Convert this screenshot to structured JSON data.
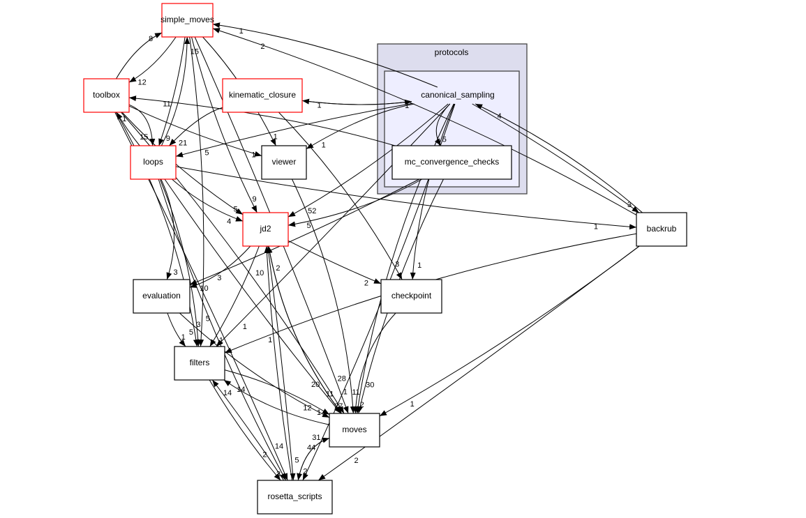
{
  "colors": {
    "red_border": "#ff0000",
    "cluster_outer": "#ddddee",
    "cluster_inner": "#eeeeff",
    "border": "#000000"
  },
  "clusters": {
    "protocols": "protocols",
    "canonical_sampling": "canonical_sampling"
  },
  "nodes": {
    "simple_moves": {
      "label": "simple_moves",
      "style": "red"
    },
    "toolbox": {
      "label": "toolbox",
      "style": "red"
    },
    "kinematic_closure": {
      "label": "kinematic_closure",
      "style": "red"
    },
    "loops": {
      "label": "loops",
      "style": "red"
    },
    "viewer": {
      "label": "viewer",
      "style": "black"
    },
    "mc_convergence_checks": {
      "label": "mc_convergence_checks",
      "style": "black"
    },
    "jd2": {
      "label": "jd2",
      "style": "red"
    },
    "backrub": {
      "label": "backrub",
      "style": "black"
    },
    "evaluation": {
      "label": "evaluation",
      "style": "black"
    },
    "checkpoint": {
      "label": "checkpoint",
      "style": "black"
    },
    "filters": {
      "label": "filters",
      "style": "black"
    },
    "moves": {
      "label": "moves",
      "style": "black"
    },
    "rosetta_scripts": {
      "label": "rosetta_scripts",
      "style": "black"
    }
  },
  "edges": [
    {
      "from": "simple_moves",
      "to": "toolbox",
      "label": "12"
    },
    {
      "from": "toolbox",
      "to": "simple_moves",
      "label": "8"
    },
    {
      "from": "simple_moves",
      "to": "loops",
      "label": "9"
    },
    {
      "from": "loops",
      "to": "simple_moves",
      "label": "15"
    },
    {
      "from": "simple_moves",
      "to": "jd2",
      "label": "9"
    },
    {
      "from": "simple_moves",
      "to": "viewer",
      "label": "1"
    },
    {
      "from": "simple_moves",
      "to": "filters",
      "label": "5"
    },
    {
      "from": "simple_moves",
      "to": "moves",
      "label": "28"
    },
    {
      "from": "canonical_sampling",
      "to": "simple_moves",
      "label": "1"
    },
    {
      "from": "backrub",
      "to": "simple_moves",
      "label": "2"
    },
    {
      "from": "toolbox",
      "to": "loops",
      "label": "15"
    },
    {
      "from": "loops",
      "to": "toolbox",
      "label": "1"
    },
    {
      "from": "toolbox",
      "to": "viewer",
      "label": "1"
    },
    {
      "from": "mc_convergence_checks",
      "to": "toolbox",
      "label": "11"
    },
    {
      "from": "toolbox",
      "to": "jd2",
      "label": "5"
    },
    {
      "from": "toolbox",
      "to": "filters",
      "label": "3"
    },
    {
      "from": "toolbox",
      "to": "moves",
      "label": "20"
    },
    {
      "from": "toolbox",
      "to": "rosetta_scripts",
      "label": "14"
    },
    {
      "from": "kinematic_closure",
      "to": "loops",
      "label": "21"
    },
    {
      "from": "kinematic_closure",
      "to": "canonical_sampling",
      "label": "1"
    },
    {
      "from": "canonical_sampling",
      "to": "kinematic_closure",
      "label": "1"
    },
    {
      "from": "kinematic_closure",
      "to": "checkpoint",
      "label": "3"
    },
    {
      "from": "canonical_sampling",
      "to": "loops",
      "label": "5"
    },
    {
      "from": "canonical_sampling",
      "to": "viewer",
      "label": "1"
    },
    {
      "from": "canonical_sampling",
      "to": "mc_convergence_checks",
      "label": "5"
    },
    {
      "from": "canonical_sampling",
      "to": "jd2",
      "label": "52"
    },
    {
      "from": "canonical_sampling",
      "to": "filters",
      "label": "1"
    },
    {
      "from": "canonical_sampling",
      "to": "backrub",
      "label": "3"
    },
    {
      "from": "canonical_sampling",
      "to": "checkpoint",
      "label": "1"
    },
    {
      "from": "canonical_sampling",
      "to": "moves",
      "label": "30"
    },
    {
      "from": "canonical_sampling",
      "to": "rosetta_scripts",
      "label": "44"
    },
    {
      "from": "mc_convergence_checks",
      "to": "jd2",
      "label": "5"
    },
    {
      "from": "mc_convergence_checks",
      "to": "evaluation",
      "label": "3"
    },
    {
      "from": "mc_convergence_checks",
      "to": "moves",
      "label": "11"
    },
    {
      "from": "loops",
      "to": "jd2",
      "label": "4"
    },
    {
      "from": "loops",
      "to": "evaluation",
      "label": "3"
    },
    {
      "from": "loops",
      "to": "filters",
      "label": "5"
    },
    {
      "from": "loops",
      "to": "moves",
      "label": "11"
    },
    {
      "from": "loops",
      "to": "rosetta_scripts",
      "label": "2"
    },
    {
      "from": "loops",
      "to": "backrub",
      "label": "1"
    },
    {
      "from": "viewer",
      "to": "moves",
      "label": "1"
    },
    {
      "from": "jd2",
      "to": "evaluation",
      "label": "10"
    },
    {
      "from": "jd2",
      "to": "filters",
      "label": "1"
    },
    {
      "from": "jd2",
      "to": "checkpoint",
      "label": "2"
    },
    {
      "from": "jd2",
      "to": "moves",
      "label": "27"
    },
    {
      "from": "moves",
      "to": "jd2",
      "label": "2"
    },
    {
      "from": "jd2",
      "to": "rosetta_scripts",
      "label": "5"
    },
    {
      "from": "rosetta_scripts",
      "to": "jd2",
      "label": "10"
    },
    {
      "from": "backrub",
      "to": "canonical_sampling",
      "label": "4"
    },
    {
      "from": "backrub",
      "to": "filters",
      "label": "1"
    },
    {
      "from": "backrub",
      "to": "moves",
      "label": "1"
    },
    {
      "from": "backrub",
      "to": "rosetta_scripts",
      "label": "2"
    },
    {
      "from": "evaluation",
      "to": "filters",
      "label": "1"
    },
    {
      "from": "evaluation",
      "to": "moves",
      "label": "1"
    },
    {
      "from": "checkpoint",
      "to": "moves",
      "label": "2"
    },
    {
      "from": "filters",
      "to": "moves",
      "label": "12"
    },
    {
      "from": "moves",
      "to": "filters",
      "label": "14"
    },
    {
      "from": "filters",
      "to": "rosetta_scripts",
      "label": "3"
    },
    {
      "from": "rosetta_scripts",
      "to": "filters",
      "label": "14"
    },
    {
      "from": "moves",
      "to": "rosetta_scripts",
      "label": "2"
    },
    {
      "from": "rosetta_scripts",
      "to": "moves",
      "label": "31"
    }
  ]
}
